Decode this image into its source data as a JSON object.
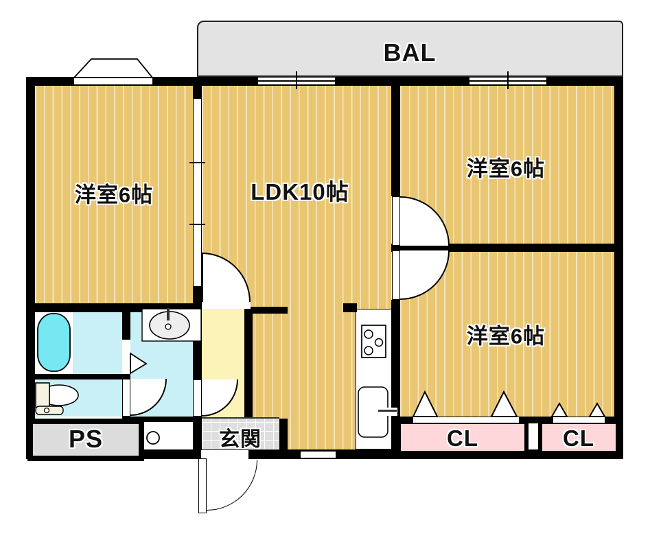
{
  "plan": {
    "balcony": {
      "label": "BAL"
    },
    "rooms": {
      "west_top_left": {
        "label": "洋室6帖",
        "type": "western-room",
        "size_jo": 6
      },
      "ldk": {
        "label": "LDK10帖",
        "type": "living-dining-kitchen",
        "size_jo": 10
      },
      "west_top_right": {
        "label": "洋室6帖",
        "type": "western-room",
        "size_jo": 6
      },
      "west_mid_right": {
        "label": "洋室6帖",
        "type": "western-room",
        "size_jo": 6
      },
      "pipe_space": {
        "label": "PS"
      },
      "entrance": {
        "label": "玄関"
      },
      "closet_1": {
        "label": "CL"
      },
      "closet_2": {
        "label": "CL"
      }
    },
    "icons": {
      "bathtub": "bathtub-icon",
      "toilet": "toilet-icon",
      "wash_basin": "wash-basin-icon",
      "stove": "stove-burners-icon",
      "kitchen_sink": "kitchen-sink-icon",
      "washing_machine_pan": "washing-machine-pan-icon"
    },
    "colors": {
      "flooring": "#e9c672",
      "flooring_stripe": "#f7e7bc",
      "balcony": "#e3e3e3",
      "wet_area": "#c9f0f6",
      "bathtub": "#76e8f2",
      "hallway": "#fbf3b8",
      "closet": "#fdd7da",
      "entrance_tile": "#dedede",
      "wall": "#000000"
    }
  }
}
